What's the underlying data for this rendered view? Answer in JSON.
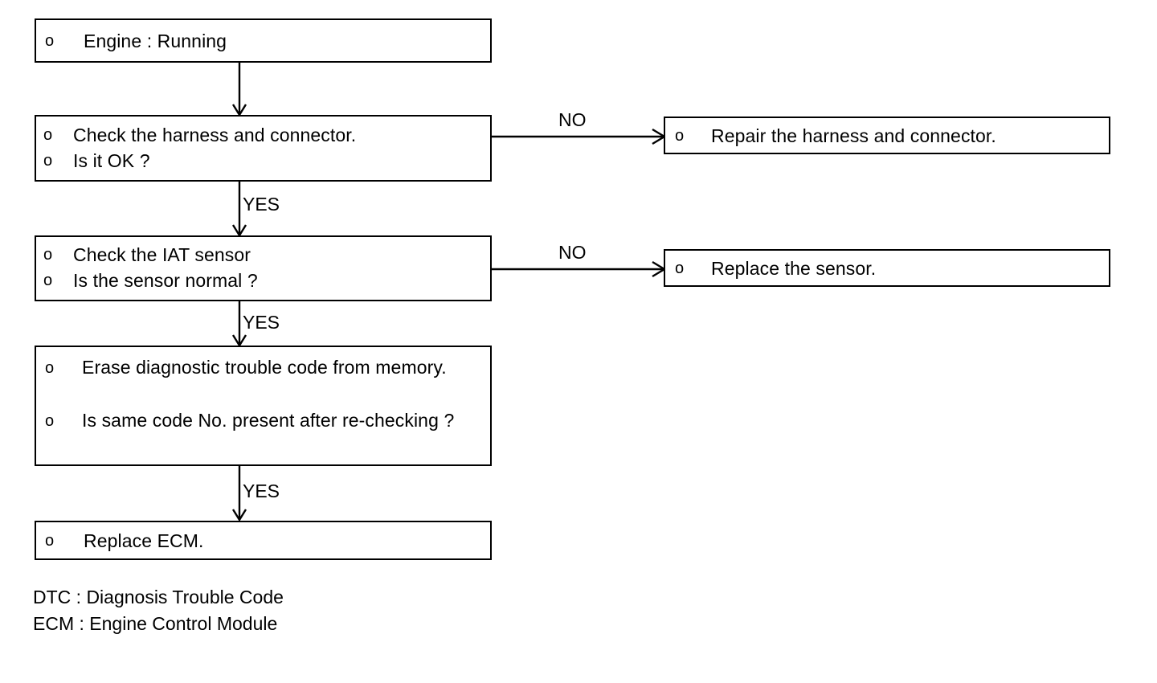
{
  "diagram": {
    "type": "flowchart",
    "title": "",
    "boxes": [
      {
        "id": "engine-running",
        "bullet": "o",
        "lines": [
          "Engine : Running"
        ]
      },
      {
        "id": "check-harness",
        "bullet": "o",
        "lines": [
          "Check the harness and connector.",
          "Is it OK ?"
        ]
      },
      {
        "id": "repair-harness",
        "bullet": "o",
        "lines": [
          "Repair the harness and connector."
        ]
      },
      {
        "id": "check-iat-sensor",
        "bullet": "o",
        "lines": [
          "Check the IAT sensor",
          "Is the sensor normal ?"
        ]
      },
      {
        "id": "replace-sensor",
        "bullet": "o",
        "lines": [
          "Replace the sensor."
        ]
      },
      {
        "id": "erase-dtc",
        "bullet": "o",
        "lines": [
          "Erase diagnostic trouble code from memory.",
          "Is same code No. present after re-checking ?"
        ]
      },
      {
        "id": "replace-ecm",
        "bullet": "o",
        "lines": [
          "Replace ECM."
        ]
      }
    ],
    "edge_labels": {
      "no_1": "NO",
      "no_2": "NO",
      "yes_1": "YES",
      "yes_2": "YES",
      "yes_3": "YES"
    },
    "legend": [
      "DTC : Diagnosis Trouble Code",
      "ECM : Engine Control Module"
    ],
    "colors": {
      "stroke": "#000000",
      "background": "#ffffff",
      "text": "#000000"
    }
  }
}
